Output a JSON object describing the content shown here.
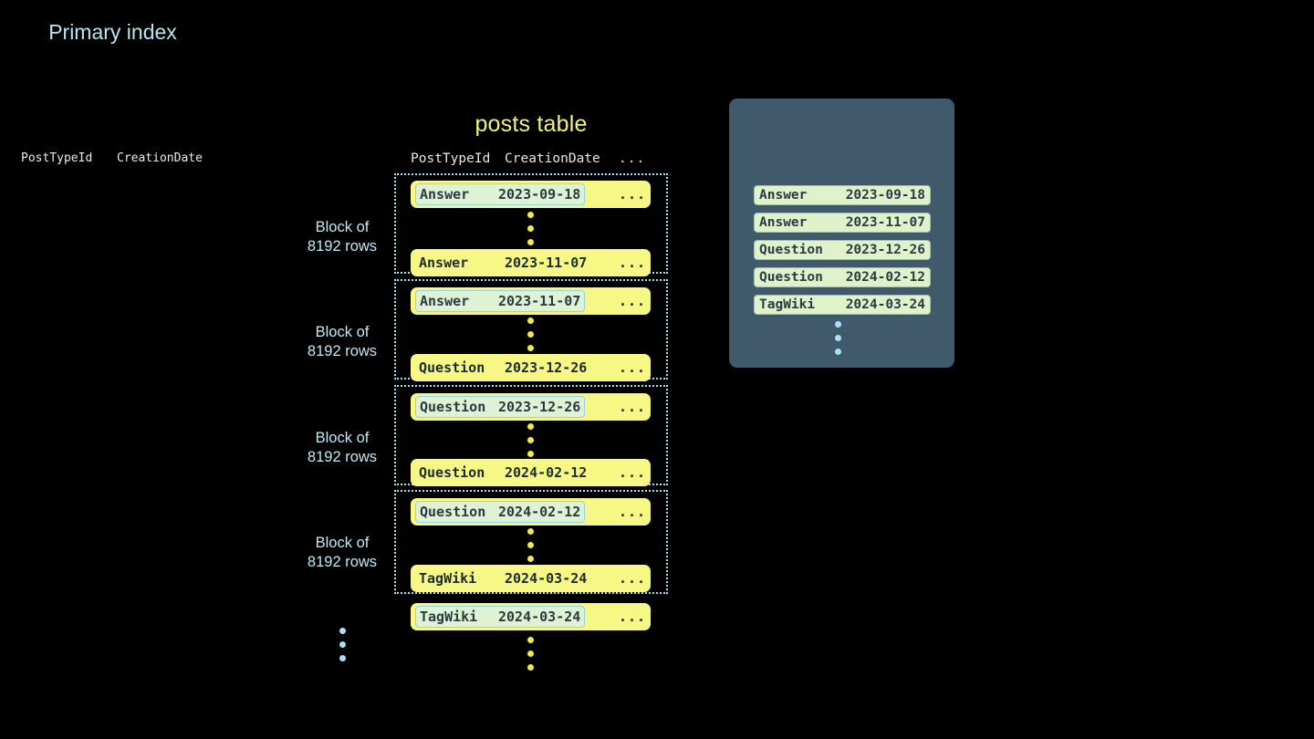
{
  "posts_table": {
    "title": "posts table",
    "columns": [
      "PostTypeId",
      "CreationDate",
      "..."
    ],
    "ellipsis_cell": "...",
    "blocks": [
      {
        "label_line1": "Block of",
        "label_line2": "8192 rows",
        "first_row": {
          "post_type_id": "Answer",
          "creation_date": "2023-09-18",
          "marked": true
        },
        "last_row": {
          "post_type_id": "Answer",
          "creation_date": "2023-11-07",
          "marked": false
        }
      },
      {
        "label_line1": "Block of",
        "label_line2": "8192 rows",
        "first_row": {
          "post_type_id": "Answer",
          "creation_date": "2023-11-07",
          "marked": true
        },
        "last_row": {
          "post_type_id": "Question",
          "creation_date": "2023-12-26",
          "marked": false
        }
      },
      {
        "label_line1": "Block of",
        "label_line2": "8192 rows",
        "first_row": {
          "post_type_id": "Question",
          "creation_date": "2023-12-26",
          "marked": true
        },
        "last_row": {
          "post_type_id": "Question",
          "creation_date": "2024-02-12",
          "marked": false
        }
      },
      {
        "label_line1": "Block of",
        "label_line2": "8192 rows",
        "first_row": {
          "post_type_id": "Question",
          "creation_date": "2024-02-12",
          "marked": true
        },
        "last_row": {
          "post_type_id": "TagWiki",
          "creation_date": "2024-03-24",
          "marked": false
        }
      }
    ],
    "trailing_row": {
      "post_type_id": "TagWiki",
      "creation_date": "2024-03-24",
      "marked": true
    }
  },
  "primary_index": {
    "title": "Primary index",
    "columns": [
      "PostTypeId",
      "CreationDate"
    ],
    "rows": [
      {
        "post_type_id": "Answer",
        "creation_date": "2023-09-18"
      },
      {
        "post_type_id": "Answer",
        "creation_date": "2023-11-07"
      },
      {
        "post_type_id": "Question",
        "creation_date": "2023-12-26"
      },
      {
        "post_type_id": "Question",
        "creation_date": "2024-02-12"
      },
      {
        "post_type_id": "TagWiki",
        "creation_date": "2024-03-24"
      }
    ]
  },
  "colors": {
    "background": "#000000",
    "row_yellow": "#f7f786",
    "mark_green": "#dff2d3",
    "mark_border": "#8fd4e8",
    "block_border": "#9fe3f5",
    "panel_slate": "#415a6b",
    "title_yellow": "#f2f27a",
    "title_blue": "#b8e5f5",
    "label_blue": "#bfeaf7",
    "dot_yellow": "#f2e84f",
    "dot_cyan": "#a9e1f2"
  }
}
